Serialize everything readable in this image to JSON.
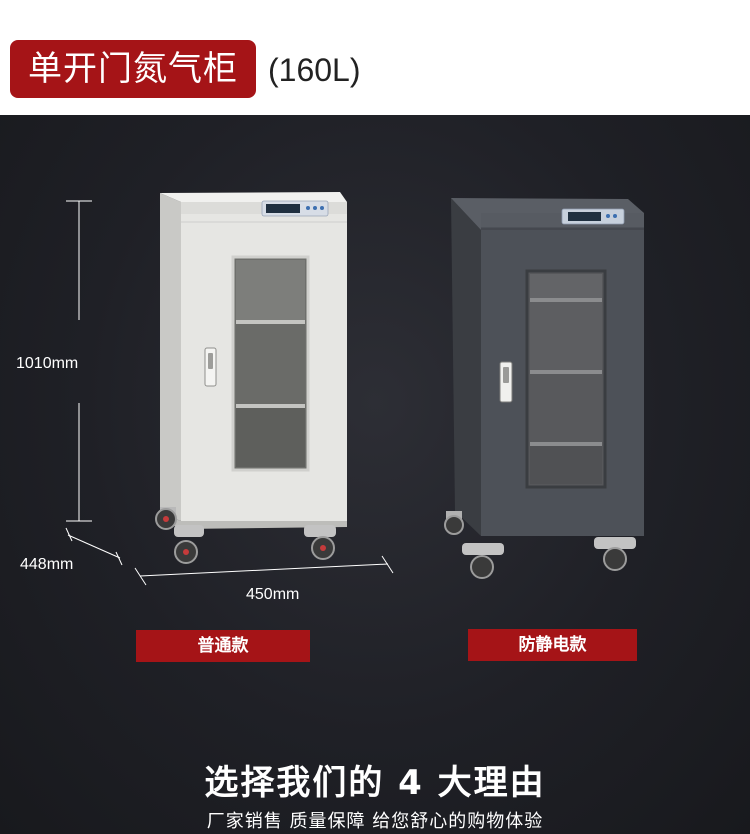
{
  "header": {
    "title": "单开门氮气柜",
    "capacity": "(160L)"
  },
  "dimensions": {
    "height": "1010mm",
    "depth": "448mm",
    "width": "450mm"
  },
  "variants": [
    {
      "label": "普通款"
    },
    {
      "label": "防静电款"
    }
  ],
  "reasons": {
    "title": "选择我们的 4 大理由",
    "subtitle": "厂家销售 质量保障 给您舒心的购物体验"
  },
  "colors": {
    "accent": "#a51417",
    "background": "#1f2026",
    "cabinet_white": "#e8e8e6",
    "cabinet_dark": "#4a4e55"
  }
}
